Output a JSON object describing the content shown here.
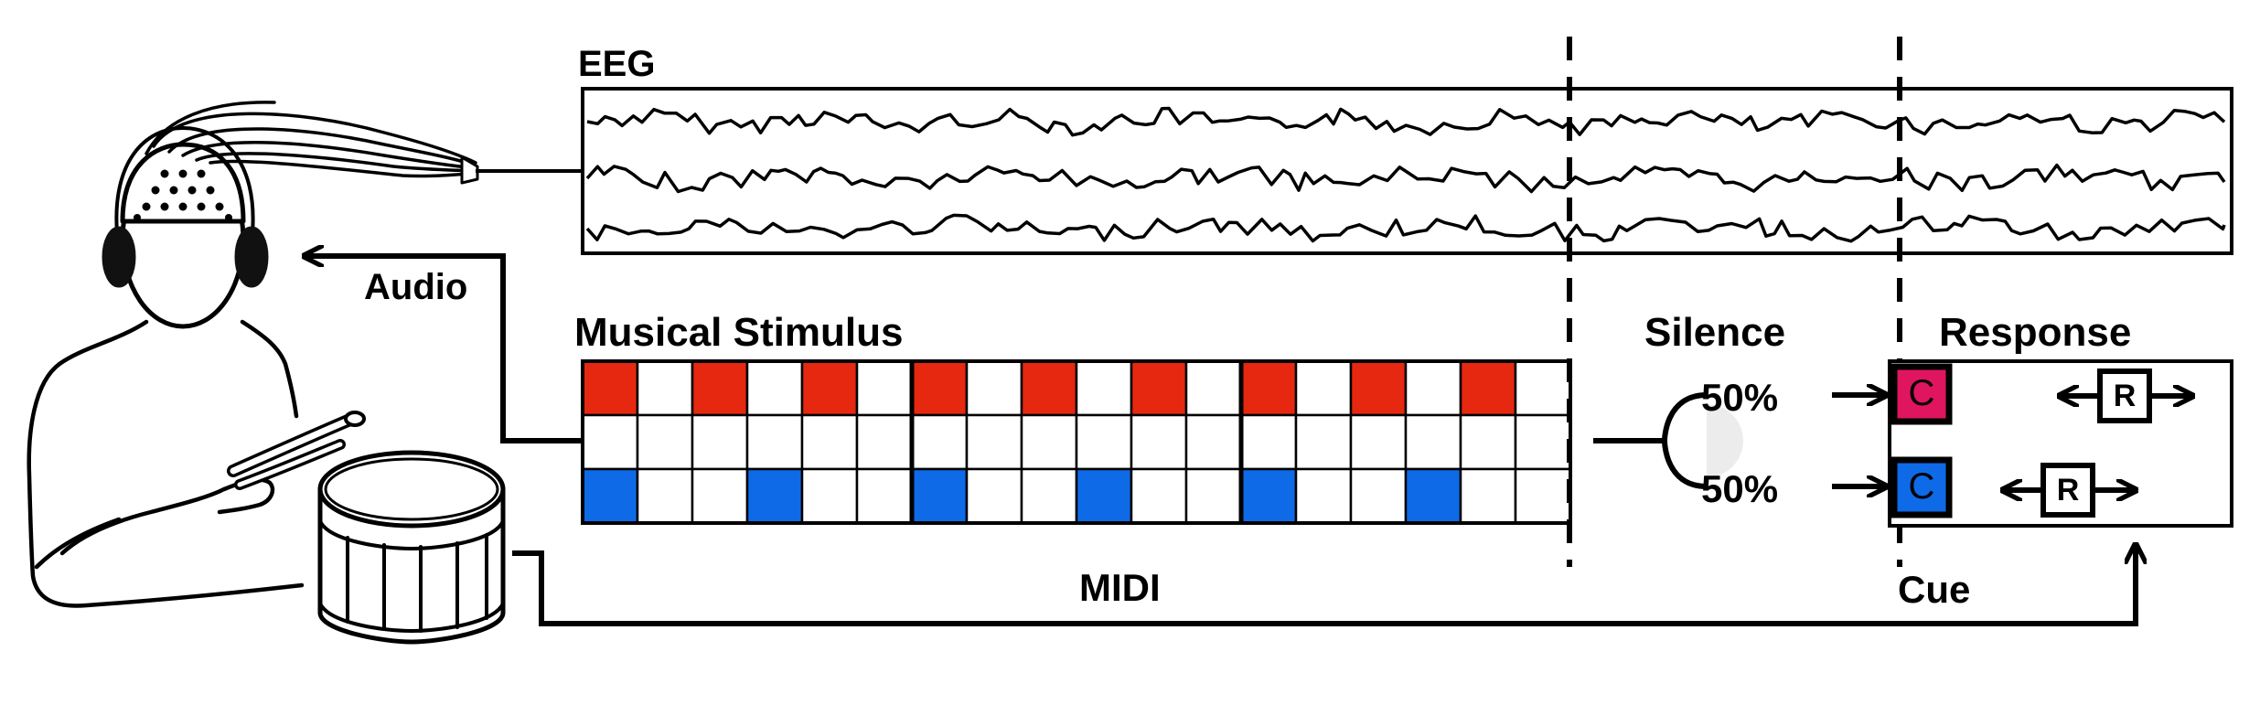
{
  "labels": {
    "eeg": "EEG",
    "audio": "Audio",
    "musical_stimulus": "Musical Stimulus",
    "silence": "Silence",
    "response": "Response",
    "midi": "MIDI",
    "cue": "Cue",
    "pct_top": "50%",
    "pct_bottom": "50%",
    "cue_top": "C",
    "cue_bottom": "C",
    "resp_top": "R",
    "resp_bottom": "R"
  },
  "stimulus_grid": {
    "rows": [
      [
        1,
        0,
        1,
        0,
        1,
        0,
        1,
        0,
        1,
        0,
        1,
        0,
        1,
        0,
        1,
        0,
        1,
        0
      ],
      [
        0,
        0,
        0,
        0,
        0,
        0,
        0,
        0,
        0,
        0,
        0,
        0,
        0,
        0,
        0,
        0,
        0,
        0
      ],
      [
        1,
        0,
        0,
        1,
        0,
        0,
        1,
        0,
        0,
        1,
        0,
        0,
        1,
        0,
        0,
        1,
        0,
        0
      ]
    ],
    "row_colors": [
      "#e5280f",
      "#ffffff",
      "#0e6ae6"
    ]
  },
  "colors": {
    "red": "#e5280f",
    "blue": "#0e6ae6",
    "magenta": "#e0155f"
  }
}
